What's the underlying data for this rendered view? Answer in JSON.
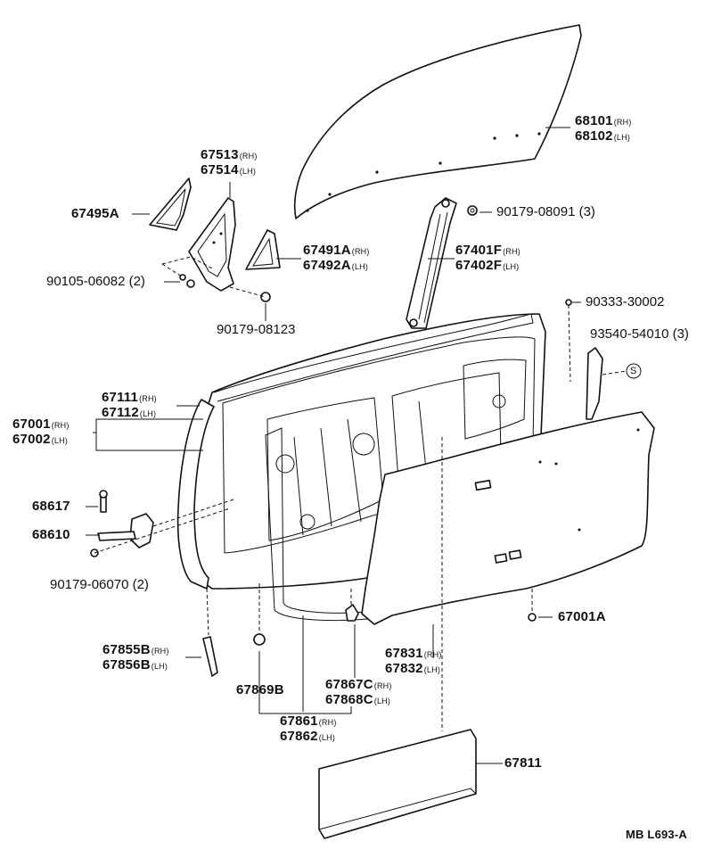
{
  "parts": {
    "door_glass": [
      {
        "pn": "68101",
        "sfx": "(RH)"
      },
      {
        "pn": "68102",
        "sfx": "(LH)"
      }
    ],
    "glass_bolt": [
      {
        "pn": "90179-08091",
        "sfx": " (3)"
      }
    ],
    "regulator": [
      {
        "pn": "67401F",
        "sfx": "(RH)"
      },
      {
        "pn": "67402F",
        "sfx": "(LH)"
      }
    ],
    "clip_top": [
      {
        "pn": "90333-30002",
        "sfx": ""
      }
    ],
    "screw_s": [
      {
        "pn": "93540-54010",
        "sfx": " (3)"
      }
    ],
    "s_mark": "S",
    "vent_frame": [
      {
        "pn": "67513",
        "sfx": "(RH)"
      },
      {
        "pn": "67514",
        "sfx": "(LH)"
      }
    ],
    "vent_glass": [
      {
        "pn": "67495A",
        "sfx": ""
      }
    ],
    "corner_piece": [
      {
        "pn": "67491A",
        "sfx": "(RH)"
      },
      {
        "pn": "67492A",
        "sfx": "(LH)"
      }
    ],
    "vent_bolt": [
      {
        "pn": "90105-06082",
        "sfx": " (2)"
      }
    ],
    "vent_nut": [
      {
        "pn": "90179-08123",
        "sfx": ""
      }
    ],
    "door_frame": [
      {
        "pn": "67111",
        "sfx": "(RH)"
      },
      {
        "pn": "67112",
        "sfx": "(LH)"
      }
    ],
    "door_panel": [
      {
        "pn": "67001",
        "sfx": "(RH)"
      },
      {
        "pn": "67002",
        "sfx": "(LH)"
      }
    ],
    "hinge_pin": [
      {
        "pn": "68617",
        "sfx": ""
      }
    ],
    "hinge": [
      {
        "pn": "68610",
        "sfx": ""
      }
    ],
    "hinge_nut": [
      {
        "pn": "90179-06070",
        "sfx": " (2)"
      }
    ],
    "clip_right": [
      {
        "pn": "67001A",
        "sfx": ""
      }
    ],
    "trim_board": [
      {
        "pn": "67831",
        "sfx": "(RH)"
      },
      {
        "pn": "67832",
        "sfx": "(LH)"
      }
    ],
    "weatherstrip_clip": [
      {
        "pn": "67867C",
        "sfx": "(RH)"
      },
      {
        "pn": "67868C",
        "sfx": "(LH)"
      }
    ],
    "side_seal": [
      {
        "pn": "67855B",
        "sfx": "(RH)"
      },
      {
        "pn": "67856B",
        "sfx": "(LH)"
      }
    ],
    "plug": [
      {
        "pn": "67869B",
        "sfx": ""
      }
    ],
    "weatherstrip": [
      {
        "pn": "67861",
        "sfx": "(RH)"
      },
      {
        "pn": "67862",
        "sfx": "(LH)"
      }
    ],
    "service_cover": [
      {
        "pn": "67811",
        "sfx": ""
      }
    ]
  },
  "footer": {
    "code": "MB L693-A"
  }
}
